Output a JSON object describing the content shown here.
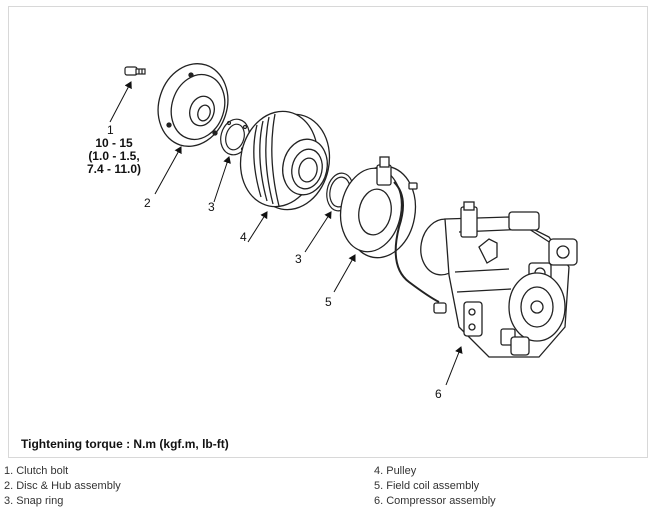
{
  "torque_spec": {
    "callout": "1",
    "lines": [
      "10 - 15",
      "(1.0 - 1.5,",
      "7.4 - 11.0)"
    ]
  },
  "callouts": {
    "disc_hub": "2",
    "snap_ring_1": "3",
    "pulley": "4",
    "snap_ring_2": "3",
    "field_coil": "5",
    "compressor": "6"
  },
  "torque_note": "Tightening torque : N.m (kgf.m, lb-ft)",
  "legend": {
    "left": [
      "1. Clutch bolt",
      "2. Disc & Hub assembly",
      "3. Snap ring"
    ],
    "right": [
      "4. Pulley",
      "5. Field coil assembly",
      "6. Compressor assembly"
    ]
  }
}
